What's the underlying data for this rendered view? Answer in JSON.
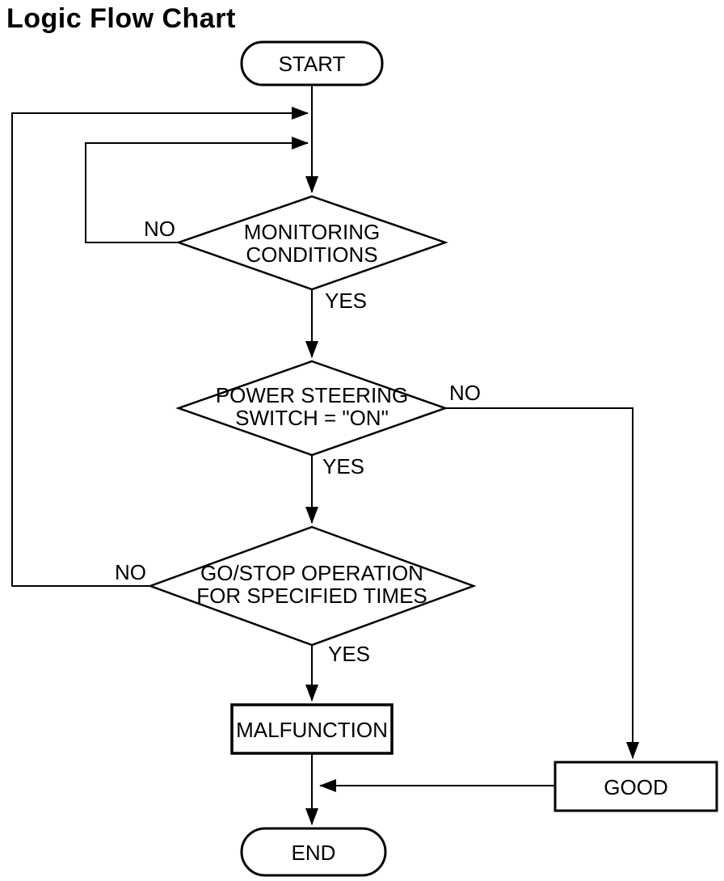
{
  "page": {
    "title": "Logic Flow Chart"
  },
  "flowchart": {
    "colors": {
      "line": "#000000",
      "background": "#ffffff"
    },
    "nodes": {
      "start": {
        "type": "terminator",
        "label": "START"
      },
      "monitoring": {
        "type": "decision",
        "lines": [
          "MONITORING",
          "CONDITIONS"
        ]
      },
      "power_steering": {
        "type": "decision",
        "lines": [
          "POWER STEERING",
          "SWITCH = \"ON\""
        ]
      },
      "go_stop": {
        "type": "decision",
        "lines": [
          "GO/STOP OPERATION",
          "FOR SPECIFIED TIMES"
        ]
      },
      "malfunction": {
        "type": "process",
        "label": "MALFUNCTION"
      },
      "good": {
        "type": "process",
        "label": "GOOD"
      },
      "end": {
        "type": "terminator",
        "label": "END"
      }
    },
    "edges": [
      {
        "from": "start",
        "to": "monitoring",
        "label": ""
      },
      {
        "from": "monitoring",
        "to": "power_steering",
        "label": "YES"
      },
      {
        "from": "monitoring",
        "to": "monitoring",
        "label": "NO"
      },
      {
        "from": "power_steering",
        "to": "go_stop",
        "label": "YES"
      },
      {
        "from": "power_steering",
        "to": "good",
        "label": "NO"
      },
      {
        "from": "go_stop",
        "to": "malfunction",
        "label": "YES"
      },
      {
        "from": "go_stop",
        "to": "monitoring",
        "label": "NO"
      },
      {
        "from": "malfunction",
        "to": "end",
        "label": ""
      },
      {
        "from": "good",
        "to": "end",
        "label": ""
      }
    ]
  }
}
